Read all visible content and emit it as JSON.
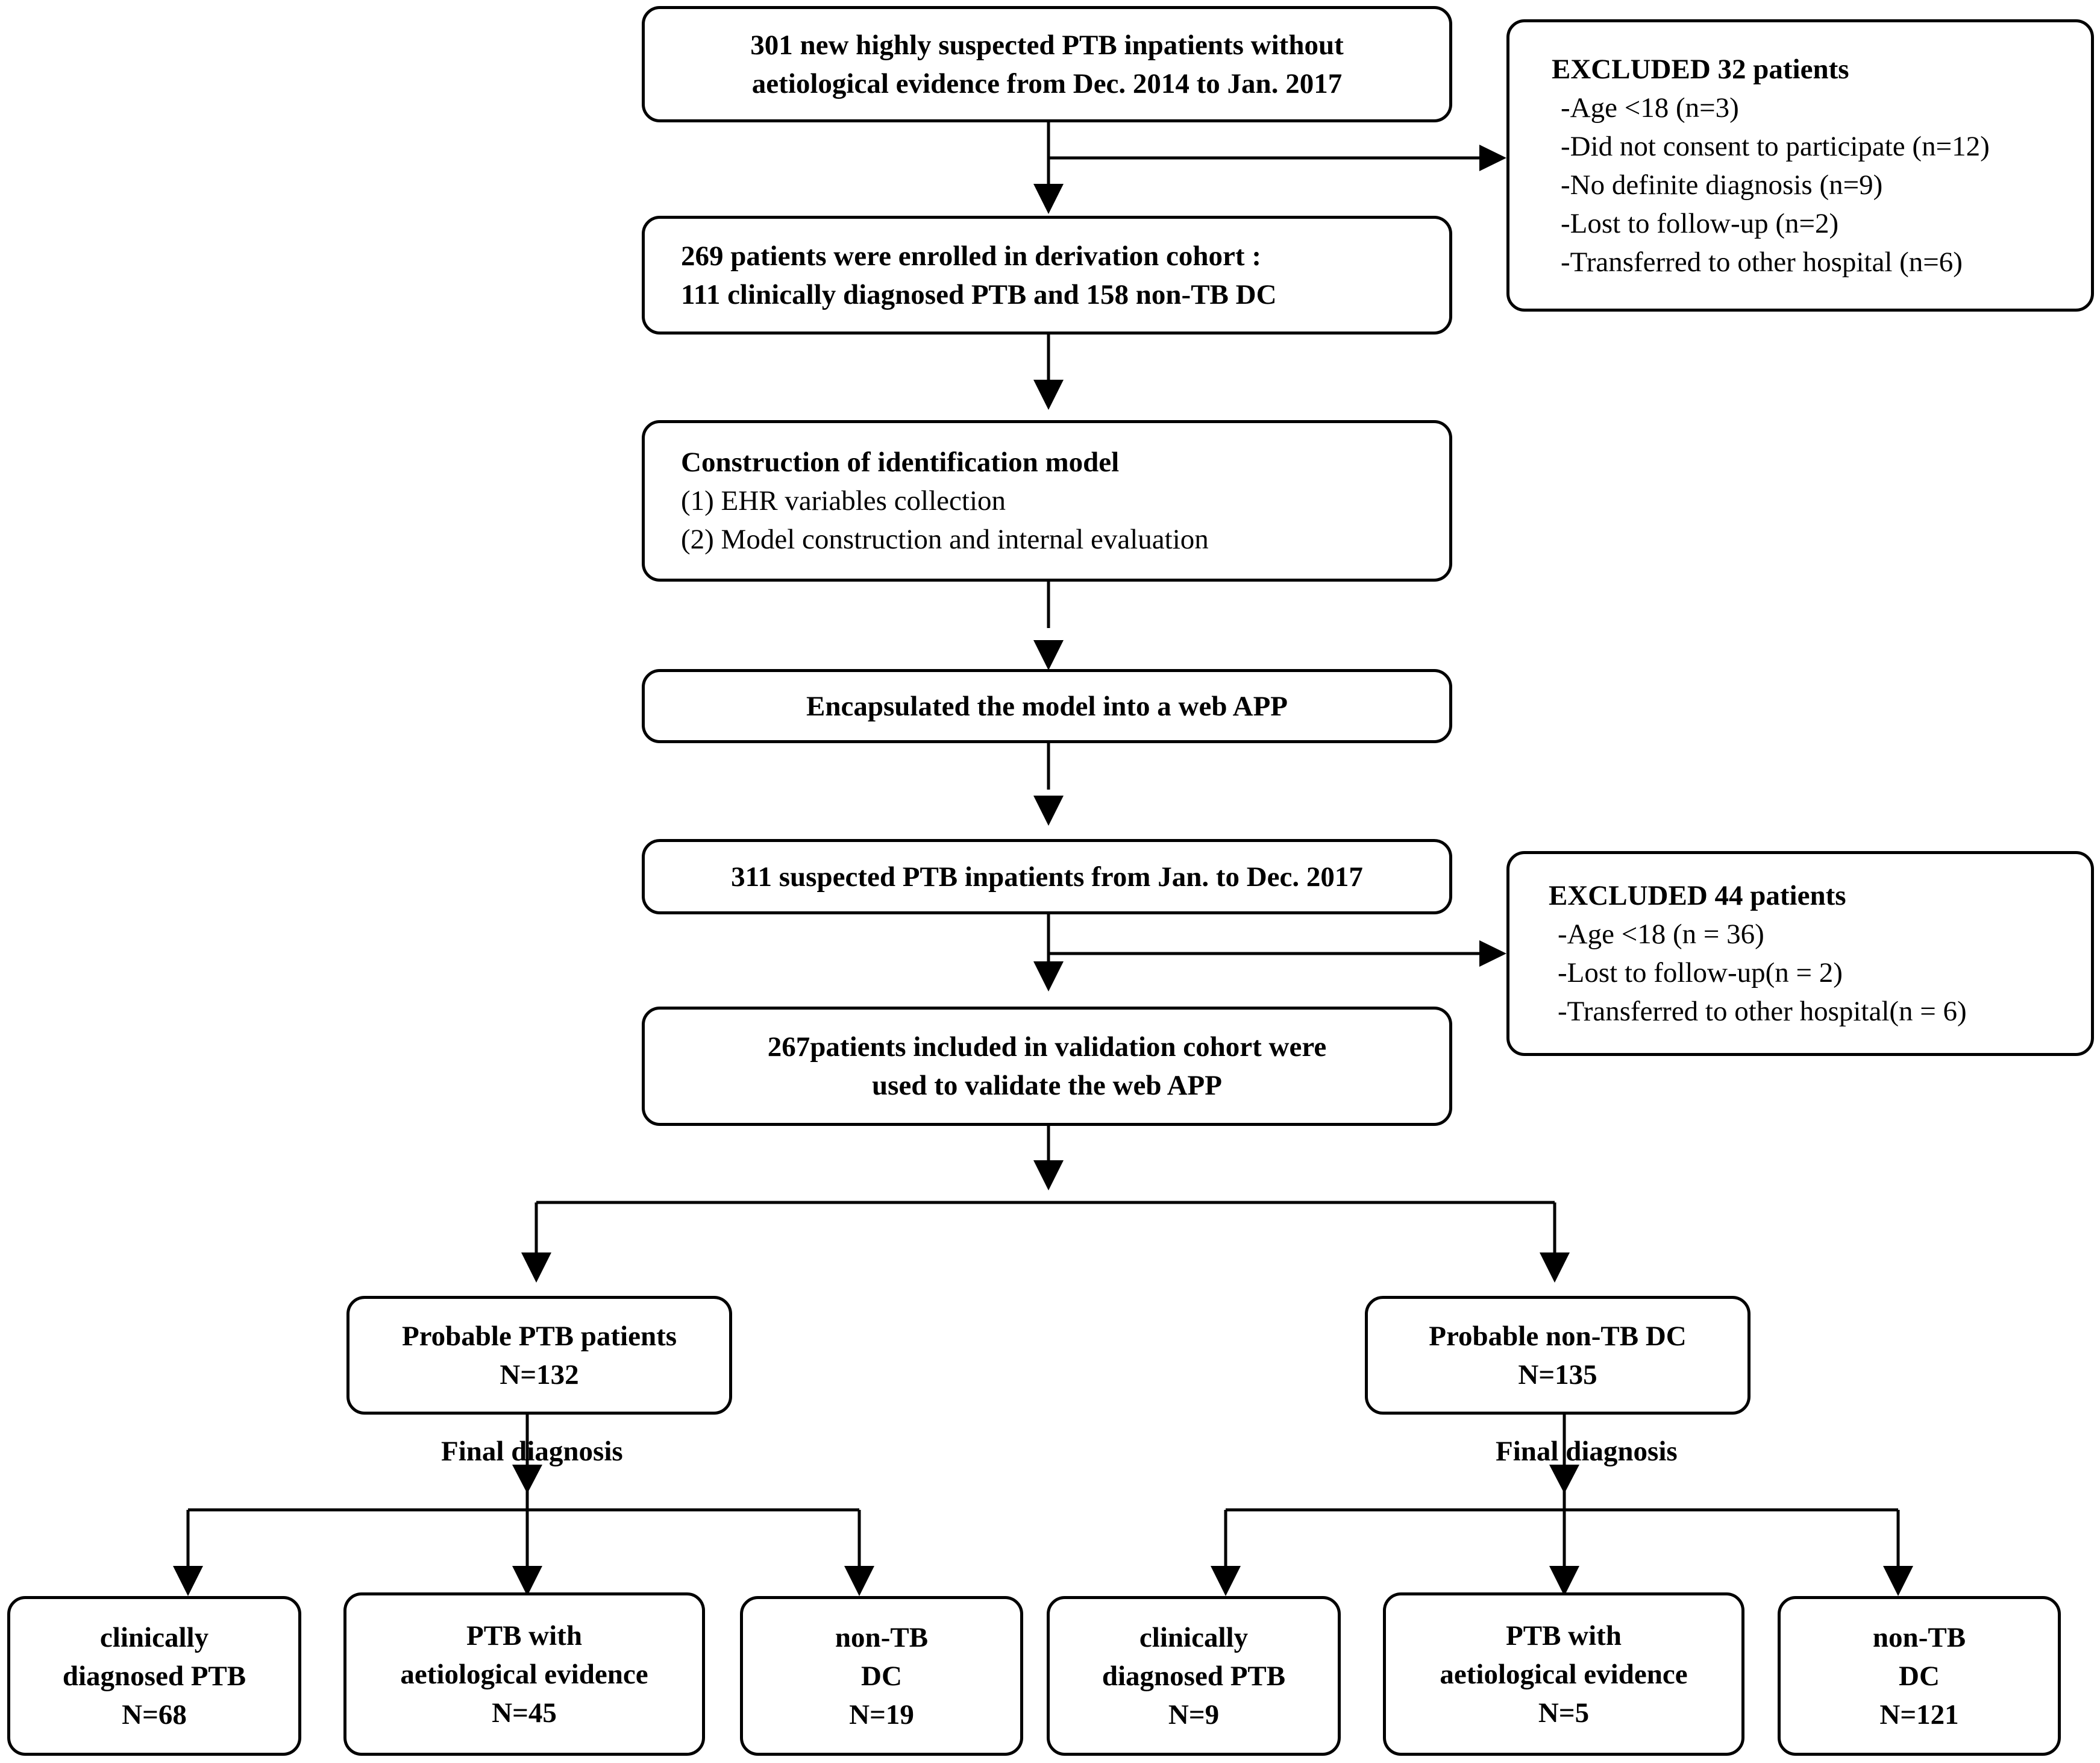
{
  "boxes": {
    "start": [
      "301 new highly suspected PTB inpatients without",
      "aetiological  evidence from Dec. 2014 to Jan. 2017"
    ],
    "excl1": {
      "title": "EXCLUDED 32 patients",
      "items": [
        "-Age <18 (n=3)",
        "-Did not consent to participate (n=12)",
        "-No definite diagnosis (n=9)",
        "-Lost to follow-up (n=2)",
        "-Transferred to other hospital (n=6)"
      ]
    },
    "derivation": [
      "269 patients were enrolled in derivation cohort :",
      "111 clinically diagnosed PTB and 158 non-TB DC"
    ],
    "construction": {
      "title": "Construction of identification model",
      "items": [
        "(1) EHR variables collection",
        "(2) Model construction and internal evaluation"
      ]
    },
    "webapp": [
      "Encapsulated the model into a web APP"
    ],
    "suspected": [
      "311 suspected PTB inpatients from Jan. to Dec. 2017"
    ],
    "excl2": {
      "title": "EXCLUDED 44 patients",
      "items": [
        "-Age <18 (n = 36)",
        "-Lost to follow-up(n = 2)",
        "-Transferred to other hospital(n = 6)"
      ]
    },
    "validation": [
      "267patients included in validation cohort were",
      "used to  validate the web APP"
    ],
    "probable_ptb": [
      "Probable PTB patients",
      "N=132"
    ],
    "probable_nontb": [
      "Probable non-TB DC",
      "N=135"
    ],
    "leaf1": [
      "clinically",
      "diagnosed PTB",
      "N=68"
    ],
    "leaf2": [
      "PTB with",
      "aetiological evidence",
      "N=45"
    ],
    "leaf3": [
      "non-TB",
      "DC",
      "N=19"
    ],
    "leaf4": [
      "clinically",
      "diagnosed PTB",
      "N=9"
    ],
    "leaf5": [
      "PTB with",
      "aetiological evidence",
      "N=5"
    ],
    "leaf6": [
      "non-TB",
      "DC",
      "N=121"
    ]
  },
  "labels": {
    "final_left": "Final  diagnosis",
    "final_right": "Final  diagnosis"
  }
}
